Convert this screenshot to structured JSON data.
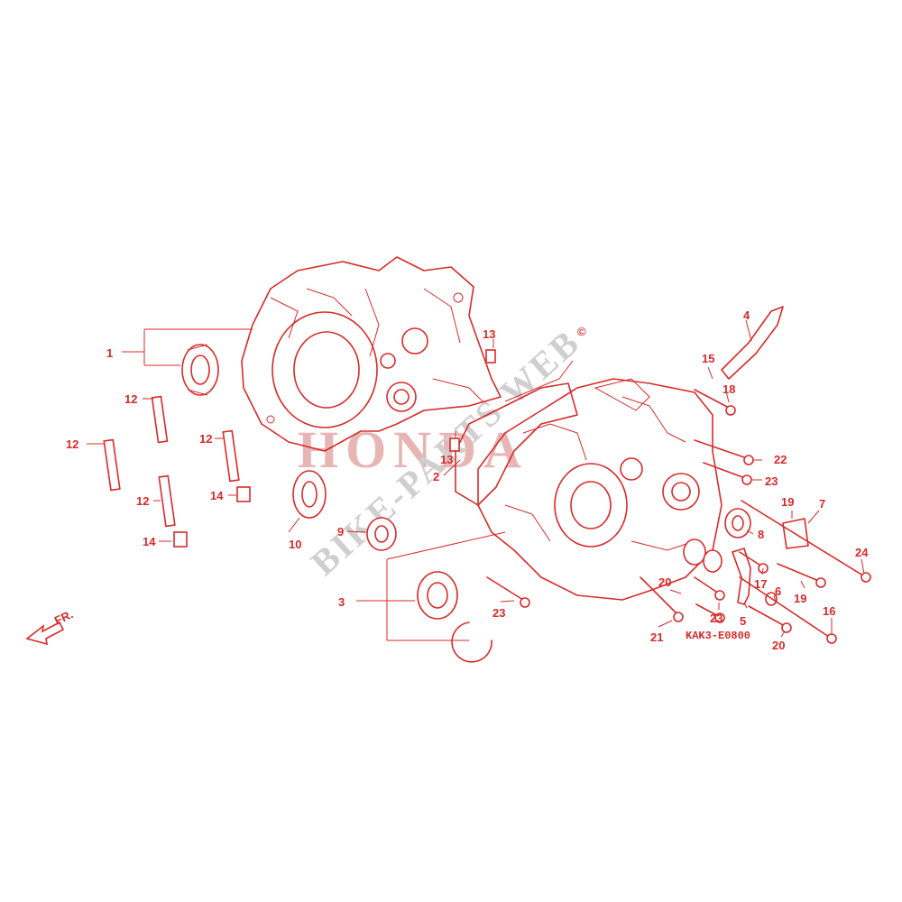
{
  "diagram": {
    "code": "KAK3-E0800",
    "front_label": "FR.",
    "accent_color": "#d92a2a",
    "watermark": {
      "brand": "HONDA",
      "site": "BIKE-PARTS WEB",
      "mark": "©"
    }
  },
  "callouts": [
    {
      "id": "c1",
      "text": "1"
    },
    {
      "id": "c2",
      "text": "2"
    },
    {
      "id": "c3",
      "text": "3"
    },
    {
      "id": "c4",
      "text": "4"
    },
    {
      "id": "c5",
      "text": "5"
    },
    {
      "id": "c6",
      "text": "6"
    },
    {
      "id": "c7",
      "text": "7"
    },
    {
      "id": "c8",
      "text": "8"
    },
    {
      "id": "c9",
      "text": "9"
    },
    {
      "id": "c10",
      "text": "10"
    },
    {
      "id": "c12a",
      "text": "12"
    },
    {
      "id": "c12b",
      "text": "12"
    },
    {
      "id": "c12c",
      "text": "12"
    },
    {
      "id": "c12d",
      "text": "12"
    },
    {
      "id": "c13a",
      "text": "13"
    },
    {
      "id": "c13b",
      "text": "13"
    },
    {
      "id": "c14a",
      "text": "14"
    },
    {
      "id": "c14b",
      "text": "14"
    },
    {
      "id": "c15",
      "text": "15"
    },
    {
      "id": "c16",
      "text": "16"
    },
    {
      "id": "c17",
      "text": "17"
    },
    {
      "id": "c18",
      "text": "18"
    },
    {
      "id": "c19a",
      "text": "19"
    },
    {
      "id": "c19b",
      "text": "19"
    },
    {
      "id": "c20a",
      "text": "20"
    },
    {
      "id": "c20b",
      "text": "20"
    },
    {
      "id": "c21",
      "text": "21"
    },
    {
      "id": "c22",
      "text": "22"
    },
    {
      "id": "c23a",
      "text": "23"
    },
    {
      "id": "c23b",
      "text": "23"
    },
    {
      "id": "c23c",
      "text": "23"
    },
    {
      "id": "c24",
      "text": "24"
    }
  ]
}
